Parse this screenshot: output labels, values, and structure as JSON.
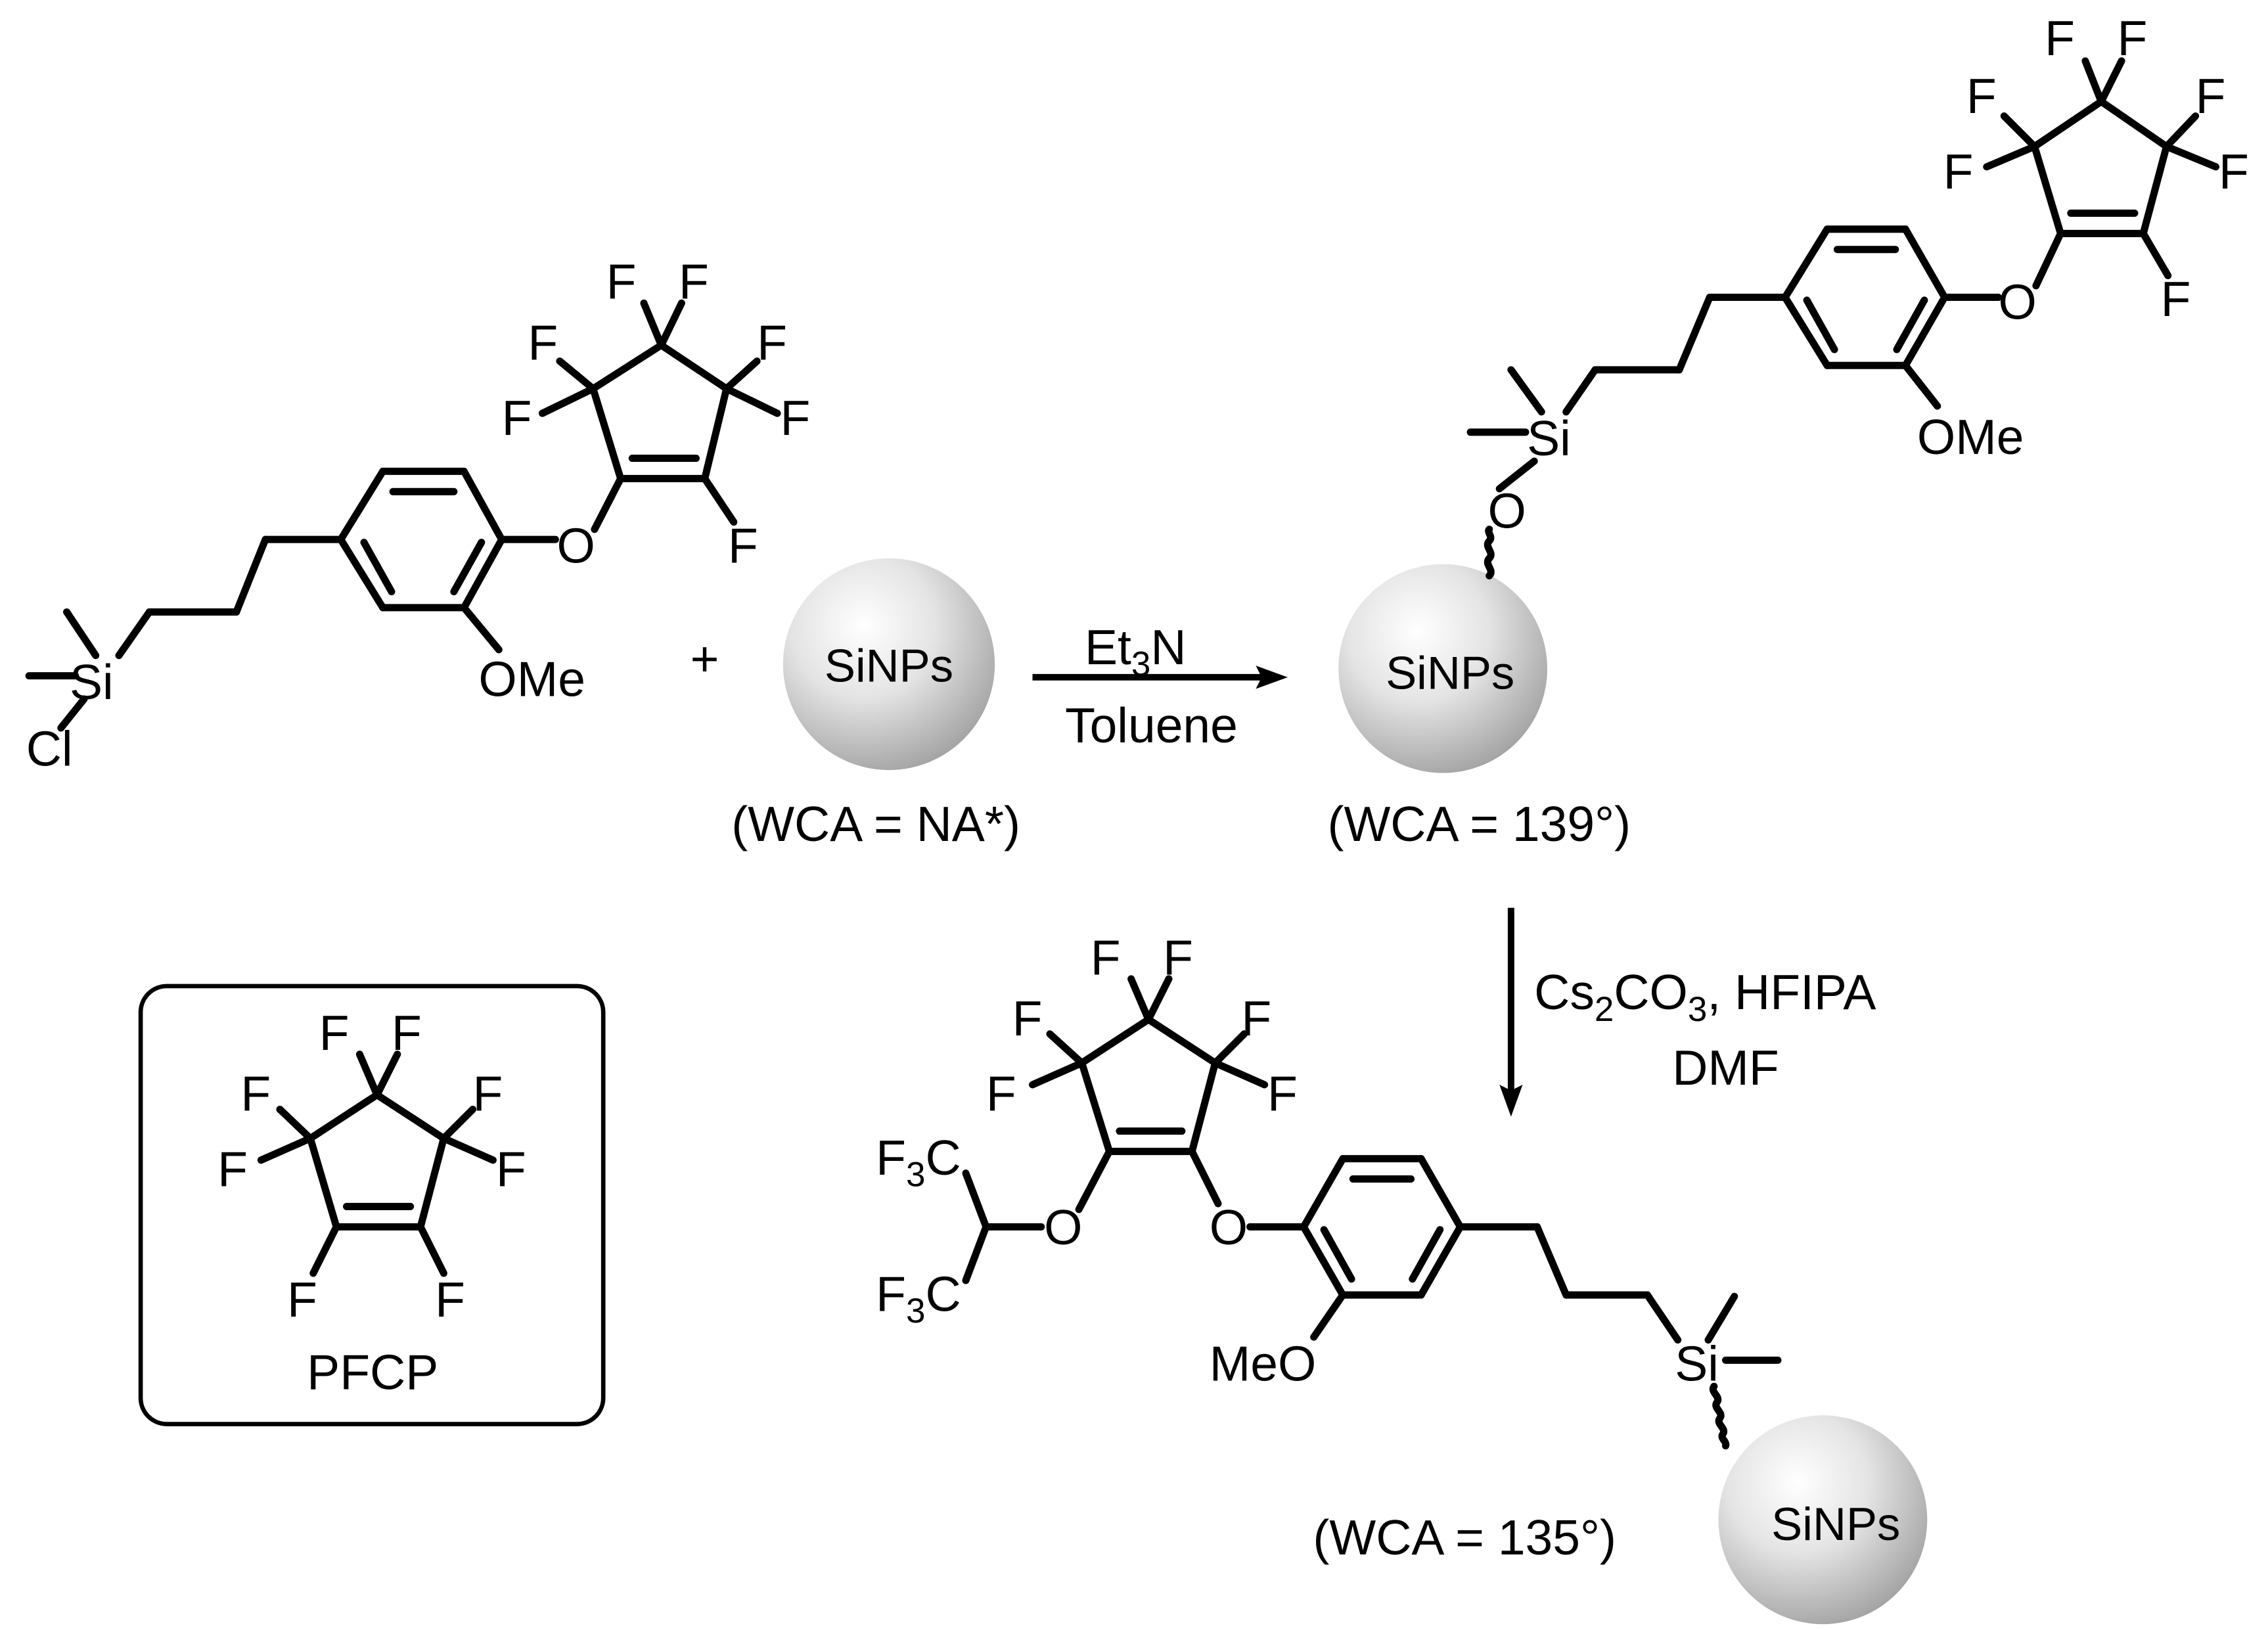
{
  "reactant": {
    "atoms": {
      "si": "Si",
      "cl": "Cl",
      "o": "O",
      "ome": "OMe"
    },
    "ring_f": [
      "F",
      "F",
      "F",
      "F",
      "F",
      "F",
      "F"
    ]
  },
  "plus": "+",
  "nanoparticle_label": "SiNPs",
  "wca_start": "(WCA = NA*)",
  "step1": {
    "reagent_main": "Et",
    "reagent_sub": "3",
    "reagent_tail": "N",
    "solvent": "Toluene"
  },
  "product1": {
    "atoms": {
      "si": "Si",
      "o_link": "O",
      "o": "O",
      "ome": "OMe"
    },
    "ring_f": [
      "F",
      "F",
      "F",
      "F",
      "F",
      "F",
      "F"
    ],
    "wca": "(WCA = 139°)"
  },
  "step2": {
    "cs": "Cs",
    "sub2": "2",
    "co": "CO",
    "sub3": "3",
    "rest": ", HFIPA",
    "solvent": "DMF"
  },
  "product2": {
    "atoms": {
      "o1": "O",
      "o2": "O",
      "meo": "MeO",
      "si": "Si"
    },
    "cf3_top": {
      "f": "F",
      "sub": "3",
      "c": "C"
    },
    "cf3_bottom": {
      "f": "F",
      "sub": "3",
      "c": "C"
    },
    "ring_f": [
      "F",
      "F",
      "F",
      "F",
      "F",
      "F"
    ],
    "wca": "(WCA = 135°)"
  },
  "inset": {
    "ring_f": [
      "F",
      "F",
      "F",
      "F",
      "F",
      "F",
      "F",
      "F"
    ],
    "label": "PFCP"
  },
  "colors": {
    "bond": "#000000",
    "sphere_light": "#ffffff",
    "sphere_dark": "#9e9e9e",
    "box_border": "#000000"
  }
}
